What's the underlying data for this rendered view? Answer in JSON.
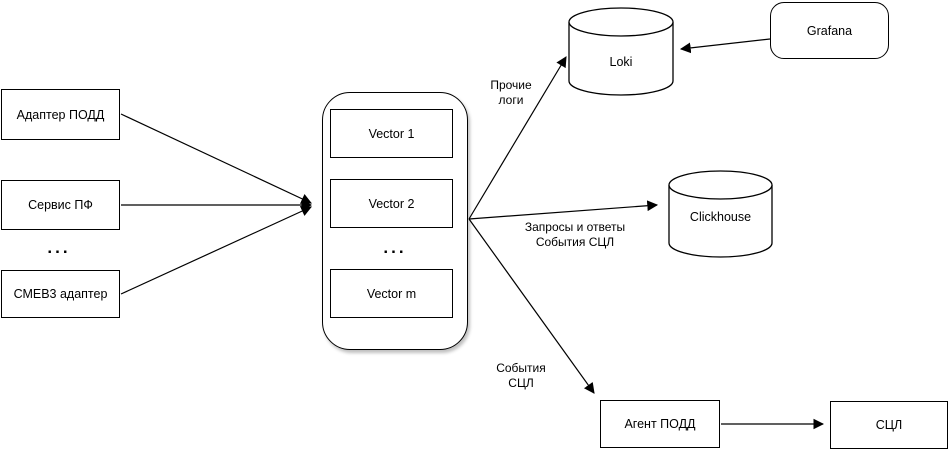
{
  "sources": [
    {
      "label": "Адаптер ПОДД"
    },
    {
      "label": "Сервис ПФ"
    },
    {
      "label": "СМЕВ3 адаптер"
    }
  ],
  "sources_ellipsis": "...",
  "vector_container": {
    "items": [
      {
        "label": "Vector 1"
      },
      {
        "label": "Vector 2"
      },
      {
        "label": "Vector m"
      }
    ],
    "ellipsis": "..."
  },
  "nodes": {
    "loki": {
      "label": "Loki",
      "shape": "cylinder"
    },
    "clickhouse": {
      "label": "Clickhouse",
      "shape": "cylinder"
    },
    "grafana": {
      "label": "Grafana",
      "shape": "rounded-rect"
    },
    "agent_podd": {
      "label": "Агент ПОДД",
      "shape": "rect"
    },
    "scl": {
      "label": "СЦЛ",
      "shape": "rect"
    }
  },
  "edge_labels": {
    "to_loki": {
      "line1": "Прочие",
      "line2": "логи"
    },
    "to_clickhouse": {
      "line1": "Запросы и ответы",
      "line2": "События СЦЛ"
    },
    "to_agent": {
      "line1": "События",
      "line2": "СЦЛ"
    }
  },
  "colors": {
    "stroke": "#000000",
    "fill": "#ffffff",
    "background": "#ffffff"
  }
}
